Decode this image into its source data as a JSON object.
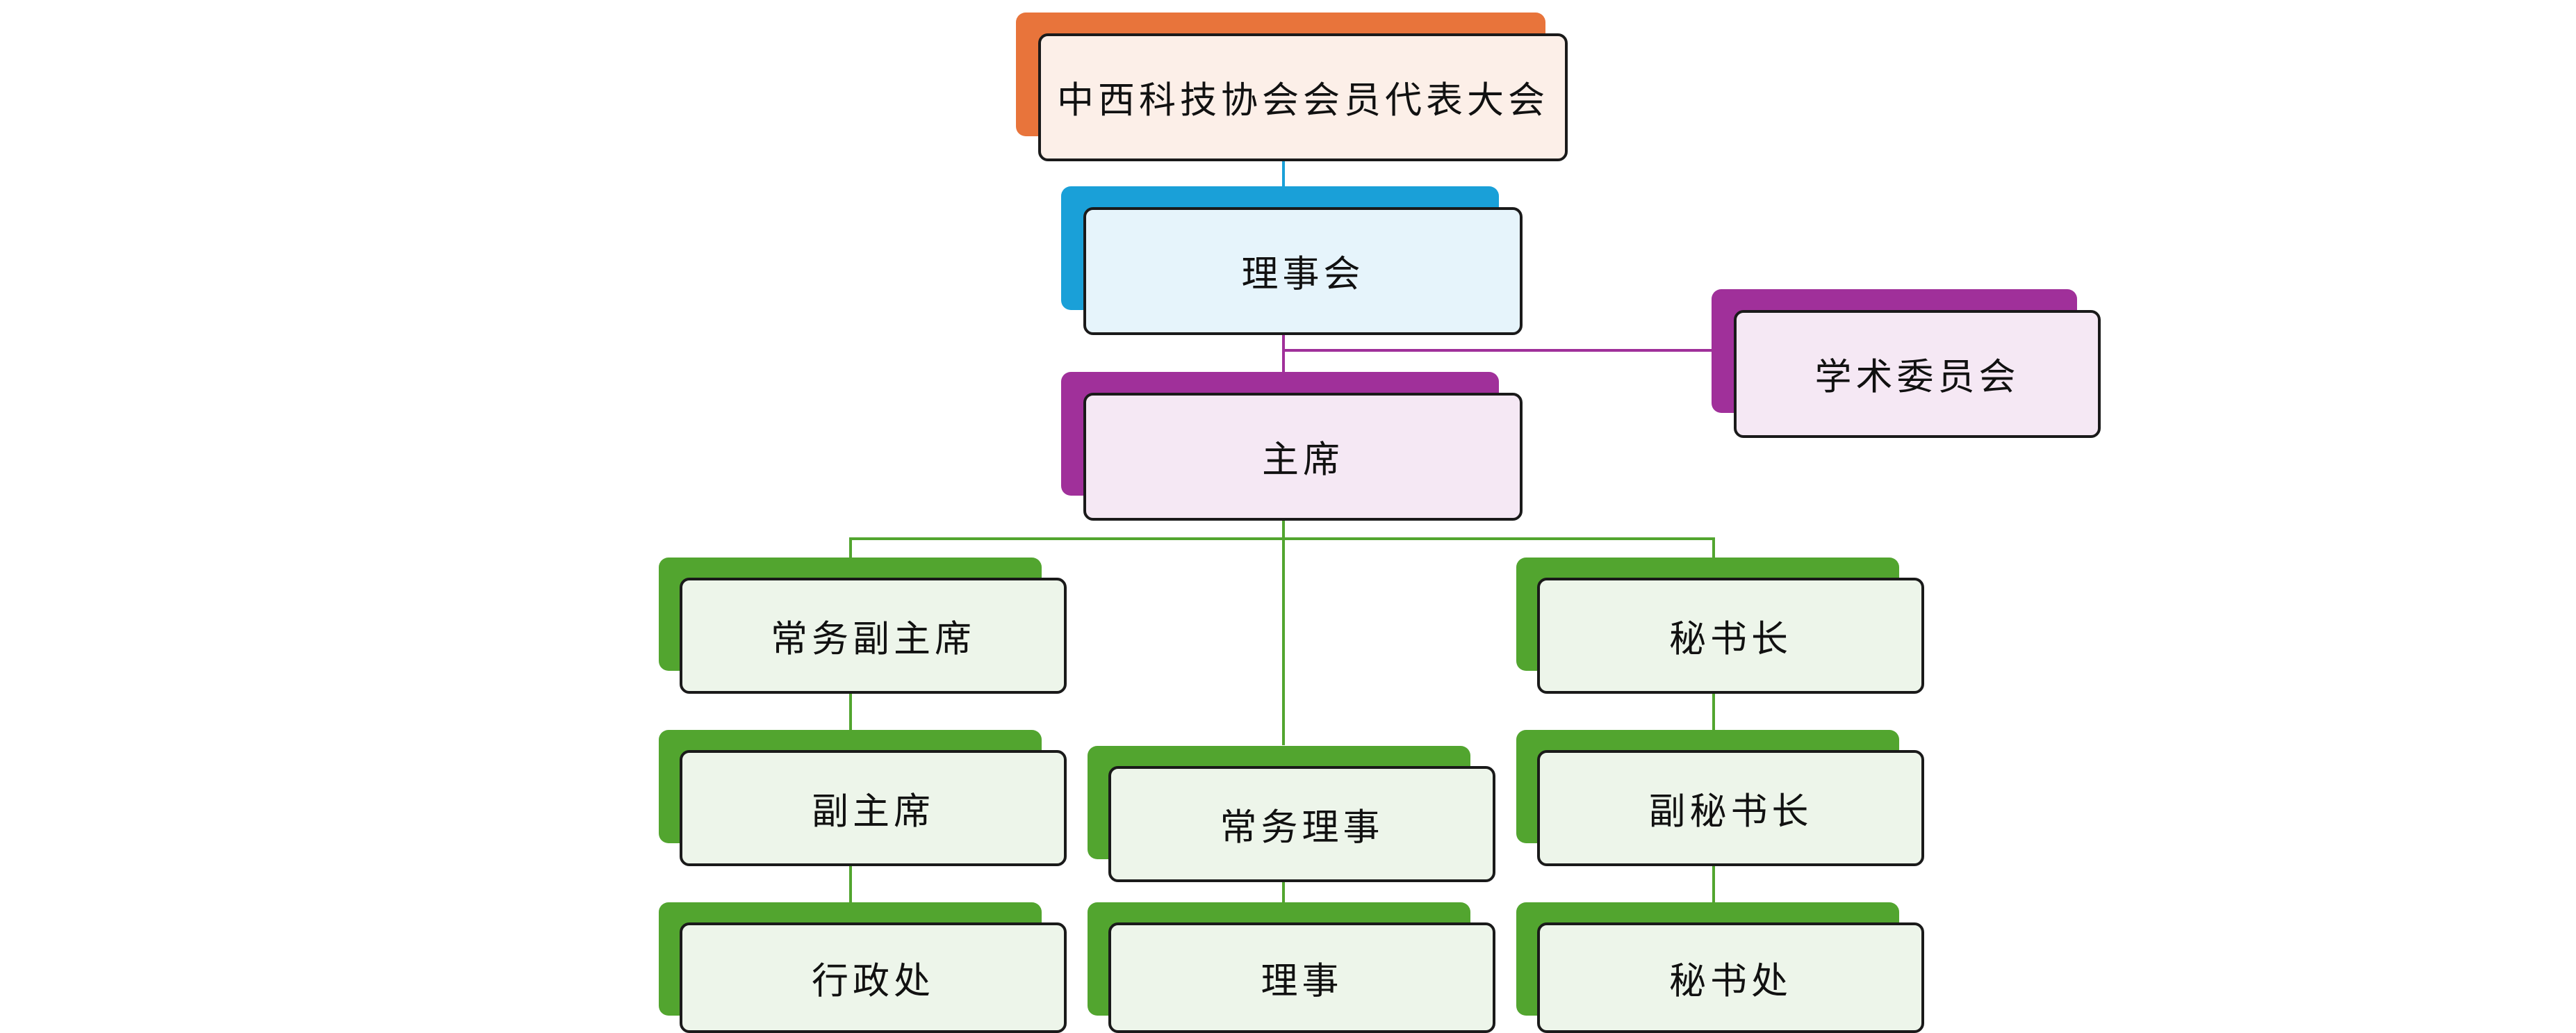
{
  "colors": {
    "orange": "#E8743B",
    "blue": "#1AA0D8",
    "purple": "#A0309A",
    "green": "#52A52F"
  },
  "nodes": {
    "congress": {
      "label": "中西科技协会会员代表大会",
      "color": "orange",
      "fill": "#FCEFE8"
    },
    "council": {
      "label": "理事会",
      "color": "blue",
      "fill": "#E6F4FB"
    },
    "academic": {
      "label": "学术委员会",
      "color": "purple",
      "fill": "#F5E8F4"
    },
    "chairman": {
      "label": "主席",
      "color": "purple",
      "fill": "#F5E8F4"
    },
    "exec_vice_chair": {
      "label": "常务副主席",
      "color": "green",
      "fill": "#EDF5EA"
    },
    "vice_chair": {
      "label": "副主席",
      "color": "green",
      "fill": "#EDF5EA"
    },
    "admin_office": {
      "label": "行政处",
      "color": "green",
      "fill": "#EDF5EA"
    },
    "exec_director": {
      "label": "常务理事",
      "color": "green",
      "fill": "#EDF5EA"
    },
    "director": {
      "label": "理事",
      "color": "green",
      "fill": "#EDF5EA"
    },
    "secretary_general": {
      "label": "秘书长",
      "color": "green",
      "fill": "#EDF5EA"
    },
    "deputy_secretary": {
      "label": "副秘书长",
      "color": "green",
      "fill": "#EDF5EA"
    },
    "secretariat": {
      "label": "秘书处",
      "color": "green",
      "fill": "#EDF5EA"
    }
  }
}
